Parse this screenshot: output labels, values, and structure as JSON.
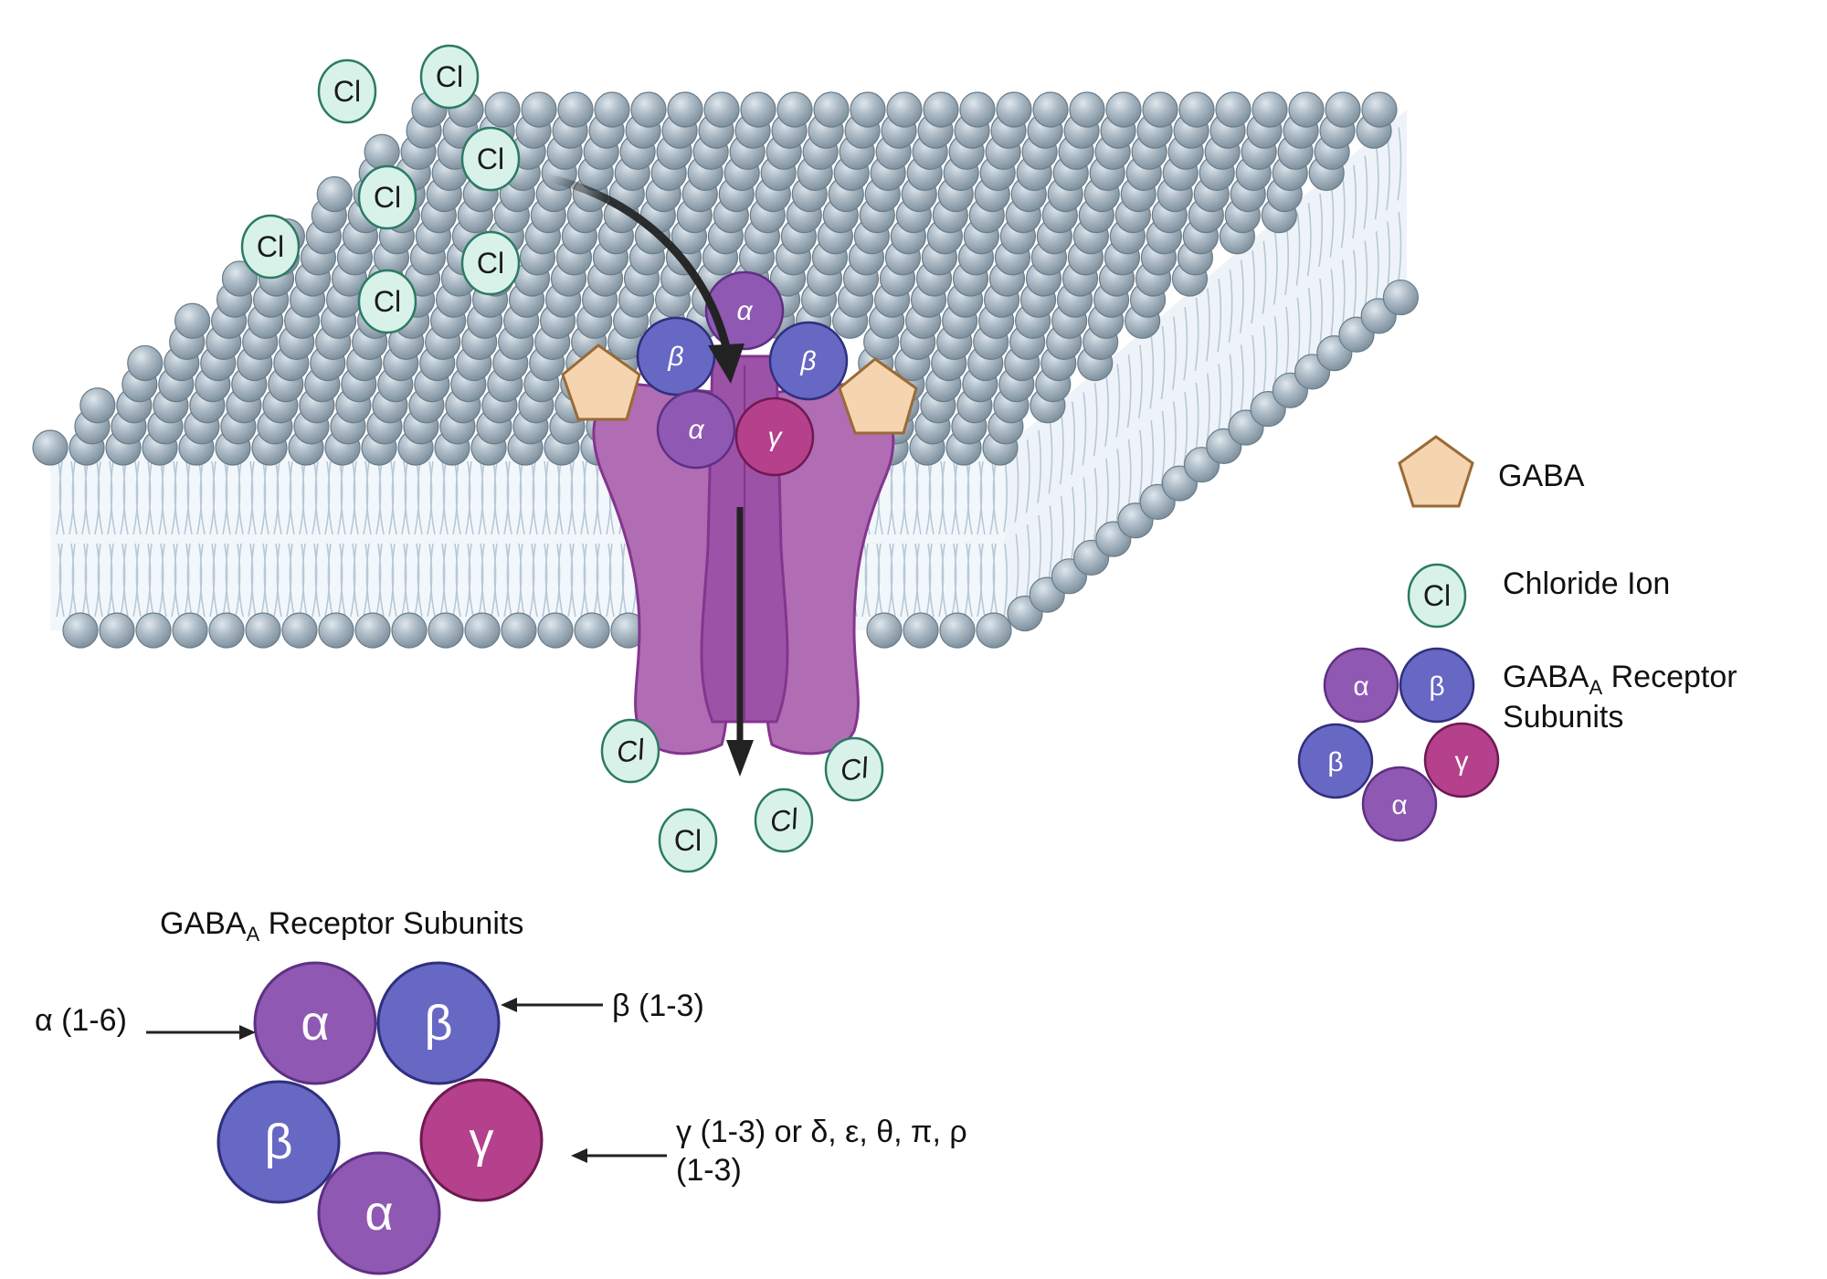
{
  "legend": {
    "gaba_label": "GABA",
    "chloride_label": "Chloride Ion",
    "chloride_symbol": "Cl",
    "receptor_label_main": "GABA",
    "receptor_label_sub": "A",
    "receptor_label_rest": " Receptor",
    "receptor_label_line2": "Subunits",
    "subunits": [
      "α",
      "β",
      "β",
      "γ",
      "α"
    ]
  },
  "ions": {
    "symbol": "Cl"
  },
  "channel": {
    "subunits": [
      "α",
      "β",
      "β",
      "α",
      "γ"
    ]
  },
  "bottom": {
    "title_main": "GABA",
    "title_sub": "A",
    "title_rest": " Receptor Subunits",
    "subunits": [
      "α",
      "β",
      "β",
      "γ",
      "α"
    ],
    "label_alpha": "α (1-6)",
    "label_beta": "β (1-3)",
    "label_gamma_line1": "γ (1-3) or δ, ε, θ, π, ρ",
    "label_gamma_line2": "(1-3)"
  },
  "colors": {
    "alpha": "#8e58b3",
    "beta": "#6767c4",
    "gamma": "#b5408c",
    "gaba_fill": "#f5d5b0",
    "gaba_stroke": "#9b6a35",
    "ion_fill": "#d8f2ea",
    "ion_stroke": "#2c7a63",
    "lipid_head": "#a3b3bf",
    "lipid_stroke": "#6a7c89",
    "channel": "#b06db4",
    "channel_stroke": "#84358e"
  }
}
